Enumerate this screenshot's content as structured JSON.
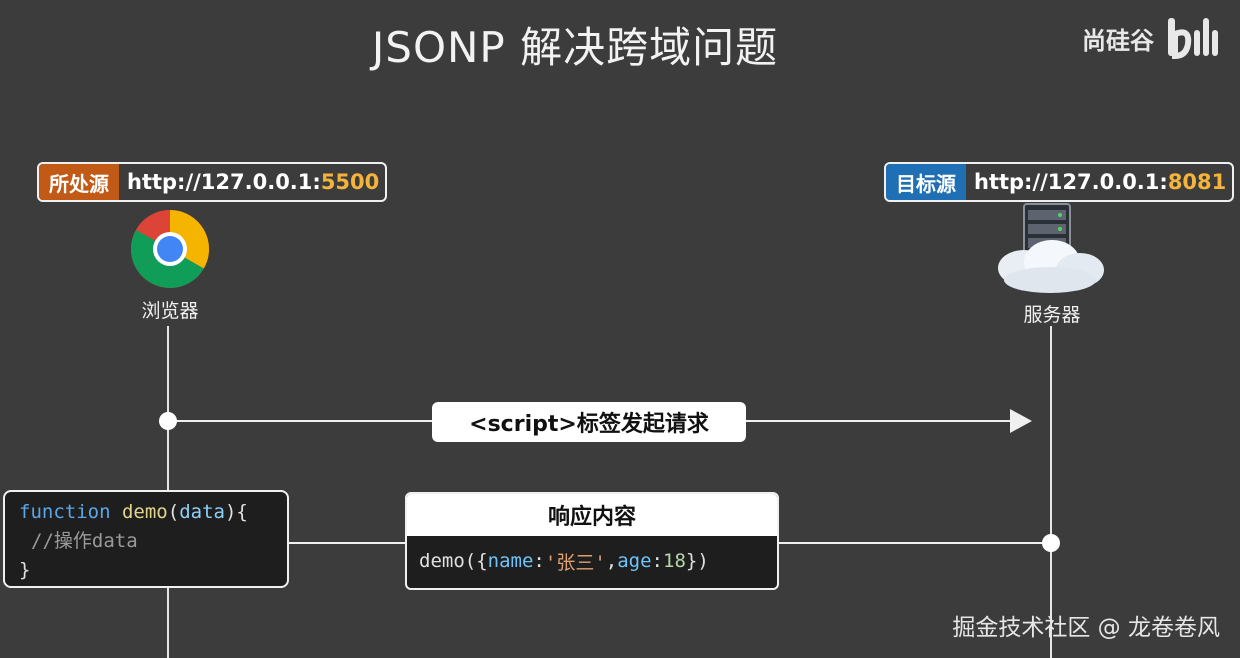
{
  "title": "JSONP 解决跨域问题",
  "brand": {
    "name": "尚硅谷",
    "logo": "bili"
  },
  "source": {
    "tag": "所处源",
    "url_prefix": "http://127.0.0.1:",
    "port": "5500",
    "tag_color": "#c05a16"
  },
  "target": {
    "tag": "目标源",
    "url_prefix": "http://127.0.0.1:",
    "port": "8081",
    "tag_color": "#1f6fb4"
  },
  "browser": {
    "label": "浏览器",
    "icon": "chrome-icon"
  },
  "server": {
    "label": "服务器",
    "icon": "server-cloud-icon"
  },
  "request": {
    "label": "<script>标签发起请求"
  },
  "response": {
    "header": "响应内容",
    "code": {
      "fn": "demo",
      "open": "({",
      "key1": "name",
      "val1": "'张三'",
      "sep": ",",
      "key2": "age",
      "val2": "18",
      "close": "})"
    }
  },
  "code_block": {
    "line1_keyword": "function",
    "line1_name": "demo",
    "line1_param": "data",
    "line2_comment": "//操作data",
    "line3": "}"
  },
  "watermark": "掘金技术社区 @ 龙卷卷风"
}
